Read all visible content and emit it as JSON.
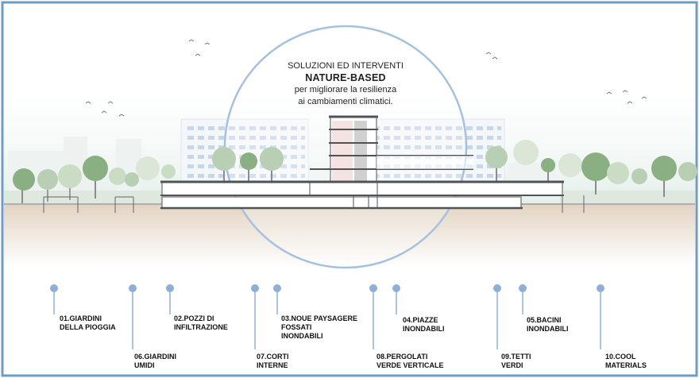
{
  "header": {
    "line1": "SOLUZIONI ED INTERVENTI",
    "line2": "NATURE-BASED",
    "line3": "per migliorare la resilienza",
    "line4": "ai cambiamenti climatici."
  },
  "colors": {
    "frame": "#6f9bc6",
    "circle_stroke": "#a6c1e0",
    "pin": "#8fb0d6",
    "ground": "#e6d8c7",
    "tree_green": "#8aaf83",
    "tree_pale": "#cbdcc5",
    "building_dark": "#4f5256"
  },
  "callouts": [
    {
      "id": "01",
      "line1": "01.GIARDINI",
      "line2": "DELLA PIOGGIA"
    },
    {
      "id": "06",
      "line1": "06.GIARDINI",
      "line2": "UMIDI"
    },
    {
      "id": "02",
      "line1": "02.POZZI DI",
      "line2": "INFILTRAZIONE"
    },
    {
      "id": "07",
      "line1": "07.CORTI",
      "line2": "INTERNE"
    },
    {
      "id": "03",
      "line1": "03.NOUE PAYSAGERE",
      "line2": "FOSSATI",
      "line3": "INONDABILI"
    },
    {
      "id": "08",
      "line1": "08.PERGOLATI",
      "line2": "VERDE VERTICALE"
    },
    {
      "id": "04",
      "line1": "04.PIAZZE",
      "line2": "INONDABILI"
    },
    {
      "id": "09",
      "line1": "09.TETTI",
      "line2": "VERDI"
    },
    {
      "id": "05",
      "line1": "05.BACINI",
      "line2": "INONDABILI"
    },
    {
      "id": "10",
      "line1": "10.COOL",
      "line2": "MATERIALS"
    }
  ]
}
